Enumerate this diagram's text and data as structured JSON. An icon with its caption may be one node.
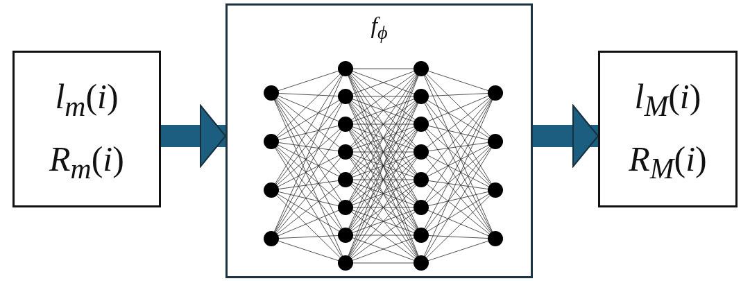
{
  "diagram": {
    "nodes": [
      {
        "text": [
          "*l*$_{m}$(*i*)",
          "*R*$_{m}$(*i*)"
        ]
      },
      {
        "text": [
          "*f*$_{ϕ}$"
        ]
      },
      {
        "text": [
          "*l*$_{M}$(*i*)",
          "*R*$_{M}$(*i*)"
        ]
      }
    ],
    "edges": [
      {
        "from": 0,
        "to": 1,
        "arrow": "to"
      },
      {
        "from": 1,
        "to": 2,
        "arrow": "to"
      }
    ]
  }
}
